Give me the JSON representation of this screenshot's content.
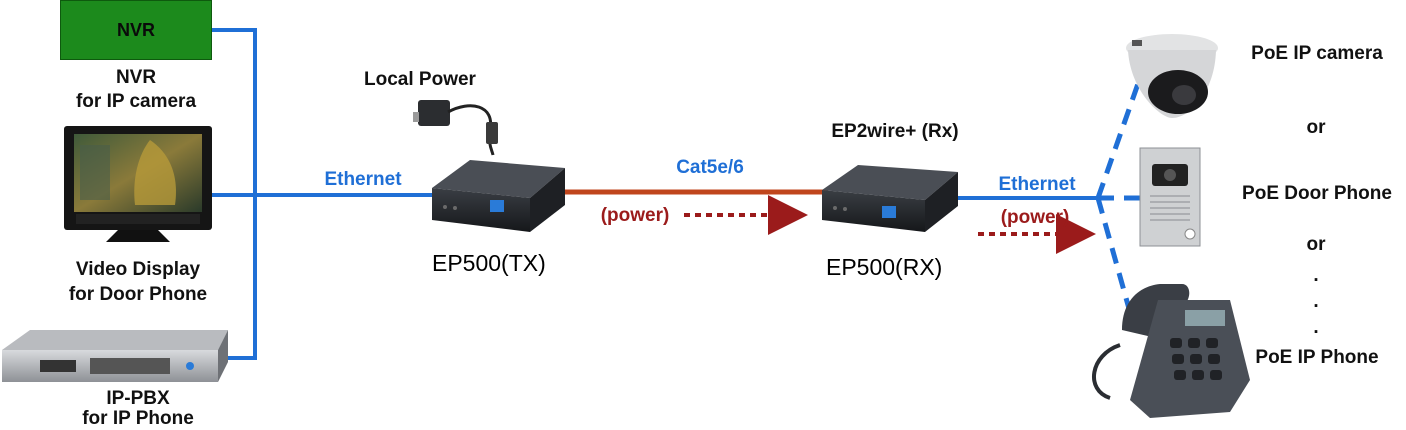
{
  "nvr": {
    "box_label": "NVR",
    "caption_line1": "NVR",
    "caption_line2": "for IP camera"
  },
  "video_display": {
    "caption_line1": "Video Display",
    "caption_line2": "for Door Phone"
  },
  "ippbx": {
    "caption_line1": "IP-PBX",
    "caption_line2": "for IP Phone"
  },
  "left_link": {
    "label": "Ethernet"
  },
  "local_power": {
    "label": "Local Power"
  },
  "tx": {
    "label": "EP500(TX)"
  },
  "cable": {
    "label": "Cat5e/6",
    "power_label": "(power)"
  },
  "rx": {
    "top_label": "EP2wire+ (Rx)",
    "label": "EP500(RX)"
  },
  "right_link": {
    "label": "Ethernet",
    "power_label": "(power)"
  },
  "endpoints": {
    "camera": "PoE IP camera",
    "or1": "or",
    "door_phone": "PoE Door Phone",
    "or2": "or",
    "dots": [
      ".",
      ".",
      "."
    ],
    "ip_phone": "PoE IP Phone"
  },
  "colors": {
    "ethernet": "#1f6fd6",
    "cable": "#c0461d",
    "power": "#9b1b1b",
    "nvr_green": "#1c8a1c"
  }
}
